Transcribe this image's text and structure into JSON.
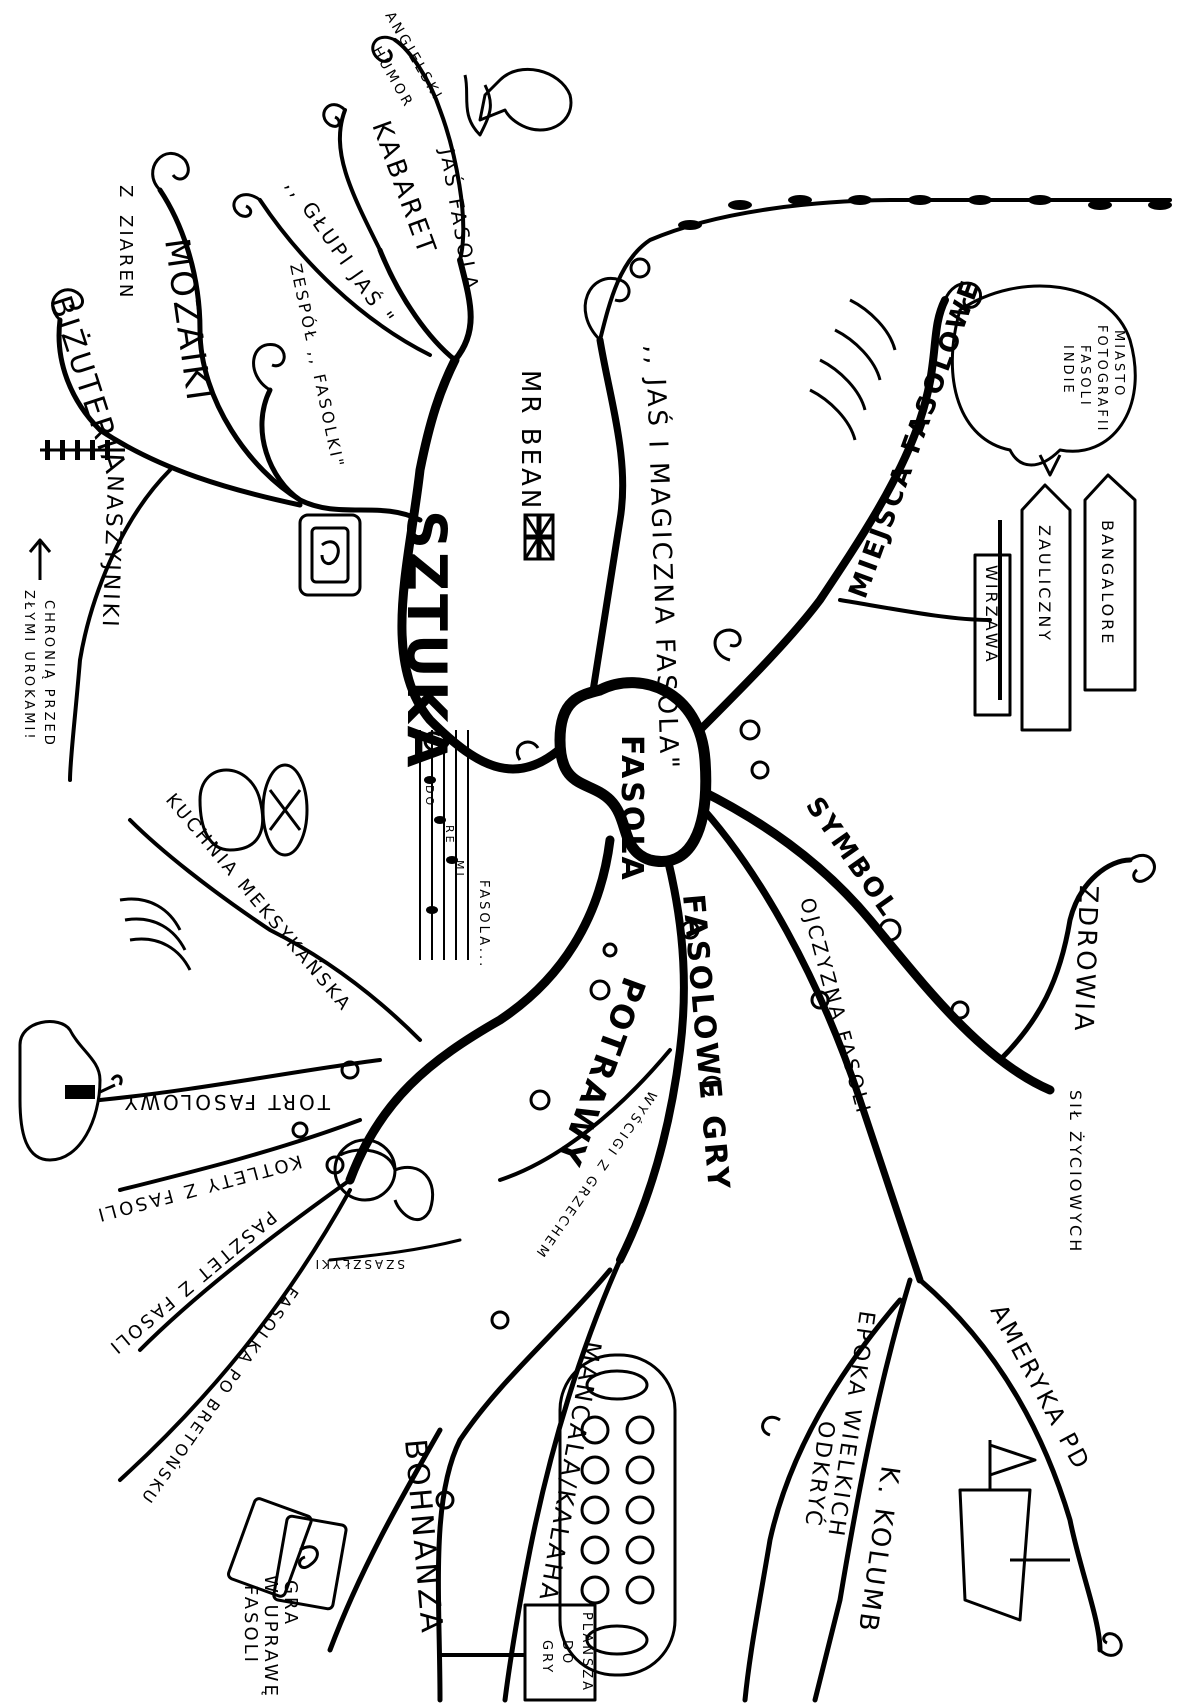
{
  "center": "FASOLA",
  "sztuka": {
    "main": "SZTUKA",
    "mr_bean": "MR BEAN",
    "jas_fasola": "JAŚ FASOLA",
    "kabaret": "KABARET",
    "angielski_humor": [
      "ANGIELSKI",
      "HUMOR"
    ],
    "glupi_jas": ",, GŁUPI JAŚ \"",
    "zespol": "ZESPÓŁ ,, FASOLKI\"",
    "mozaiki": "MOZAIKI",
    "z_ziaren": [
      "Z",
      "ZIAREN"
    ],
    "bizuteria": "BIŻUTERIA",
    "na_szyjniki": "NASZYJNIKI",
    "chronia": [
      "CHRONIĄ PRZED",
      "ZŁYMI UROKAMI!"
    ],
    "do_re_mi": [
      "DO",
      "RE",
      "MI",
      "FASOLA..."
    ]
  },
  "magiczna": {
    "main": ",, JAŚ I MAGICZNA FASOLA\""
  },
  "miejsca": {
    "main": "MIEJSCA FASOLOWE",
    "cloud": [
      "MIASTO",
      "FOTOGRAFII",
      "FASOLI",
      "INDIE"
    ],
    "signs": [
      "BANGALORE",
      "ZAULICZNY",
      "WIRZAWA"
    ]
  },
  "symbol": {
    "main": "SYMBOL",
    "zdrowia": "ZDROWIA",
    "sil": "SIŁ ŻYCIOWYCH",
    "ojczyzna": "OJCZYZNA FASOLI",
    "ameryka": "AMERYKA PD",
    "epoka": [
      "EPOKA WIELKICH",
      "ODKRYĆ"
    ],
    "kolumb": "K. KOLUMB"
  },
  "gry": {
    "main": "FASOLOWE GRY",
    "wyscigi": "WYŚCIGI Z GRZECHEM",
    "mancala": "MANCALA/KALAHA",
    "bohnanza": "BOHNANZA",
    "gra": [
      "GRA",
      "W UPRAWĘ",
      "FASOLI"
    ],
    "plansza": [
      "PLANSZA",
      "DO",
      "GRY"
    ]
  },
  "potrawy": {
    "main": "POTRAWY",
    "kuchnia": "KUCHNIA MEKSYKAŃSKA",
    "tort": "TORT FASOLOWY",
    "kotlety": "KOTLETY Z FASOLI",
    "pasztet": "PASZTET Z FASOLI",
    "bretonsku": "FASOLKA PO BRETOŃSKU",
    "szaszlyki": "SZASZŁYKI"
  }
}
